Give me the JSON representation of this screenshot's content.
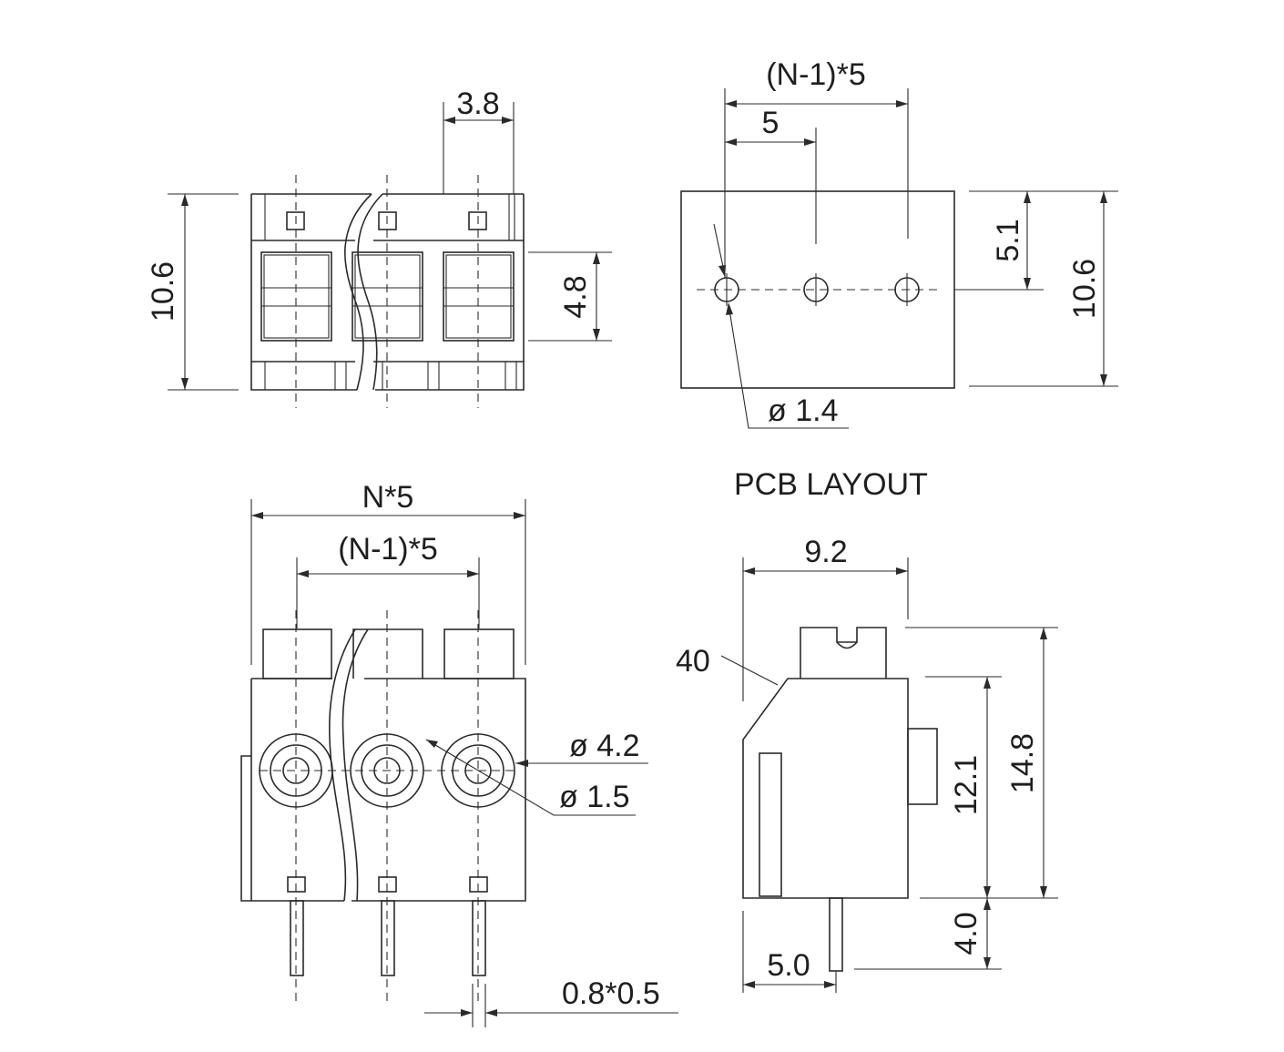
{
  "labels": {
    "top_left_width_3_8": "3.8",
    "top_left_height_10_6": "10.6",
    "top_left_height_4_8": "4.8",
    "pcb_pitch_total": "(N-1)*5",
    "pcb_pitch": "5",
    "pcb_height_5_1": "5.1",
    "pcb_height_10_6": "10.6",
    "pcb_hole_dia": "ø 1.4",
    "pcb_title": "PCB LAYOUT",
    "front_total_width": "N*5",
    "front_pitch_total": "(N-1)*5",
    "front_hole_outer_dia": "ø 4.2",
    "front_hole_inner_dia": "ø 1.5",
    "pin_size": "0.8*0.5",
    "side_width_9_2": "9.2",
    "side_angle_40": "40",
    "side_height_12_1": "12.1",
    "side_height_14_8": "14.8",
    "side_pin_4_0": "4.0",
    "side_offset_5_0": "5.0"
  },
  "colors": {
    "line": "#2a2a2a",
    "text": "#1e1e1e",
    "background": "#ffffff"
  }
}
